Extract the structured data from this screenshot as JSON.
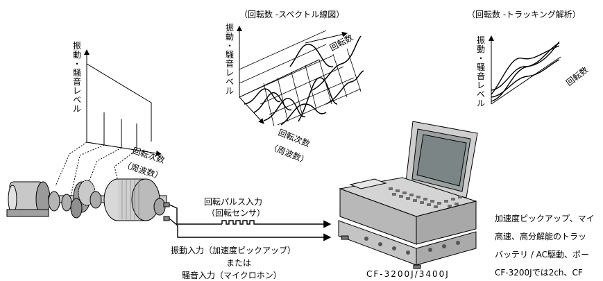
{
  "spectrum_title": "（回転数 -スペクトル線図）",
  "tracking_title": "（回転数 -トラッキング解析）",
  "left_axis": [
    "振",
    "動",
    "・",
    "騒",
    "音",
    "レ",
    "ベ",
    "ル"
  ],
  "mid_axis": [
    "振",
    "動",
    "・",
    "騒",
    "音",
    "レ",
    "ベ",
    "ル"
  ],
  "right_axis": [
    "振",
    "動",
    "・",
    "騒",
    "音",
    "レ",
    "ベ",
    "ル"
  ],
  "left_xlabel_1": "回転次数",
  "left_xlabel_2": "（周波数）",
  "mid_rpm_label": "回転数",
  "mid_xlabel_1": "回転次数",
  "mid_xlabel_2": "（周波数）",
  "right_rpm_label": "回転数",
  "pulse_input_1": "回転パルス入力",
  "pulse_input_2": "（回転センサ）",
  "vib_input_1": "振動入力（加速度ピックアップ）",
  "vib_input_2": "または",
  "vib_input_3": "騒音入力（マイクロホン）",
  "device_name": "CF-3200J/3400J",
  "side_lines": [
    "加速度ピックアップ、マイ",
    "高速、高分解能のトラッ",
    "バッテリ / AC駆動、ポー",
    "CF-3200Jでは2ch、CF"
  ]
}
